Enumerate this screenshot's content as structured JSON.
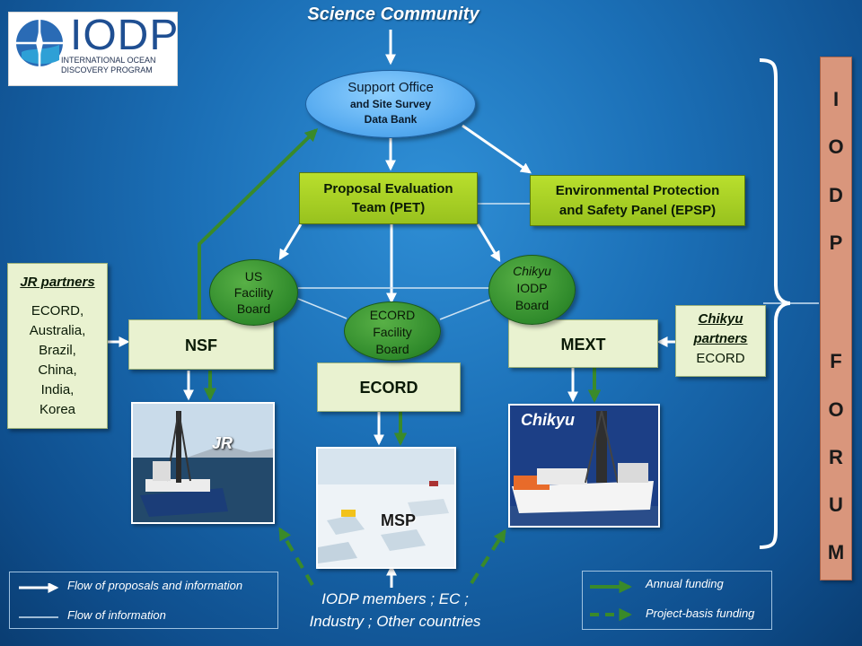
{
  "logo": {
    "name": "IODP",
    "line1": "INTERNATIONAL OCEAN",
    "line2": "DISCOVERY PROGRAM"
  },
  "top_label": "Science Community",
  "support_office": {
    "line1": "Support Office",
    "line2": "and Site Survey",
    "line3": "Data Bank"
  },
  "pet": {
    "line1": "Proposal Evaluation",
    "line2": "Team (PET)"
  },
  "epsp": {
    "line1": "Environmental Protection",
    "line2": "and Safety Panel (EPSP)"
  },
  "jr_partners": {
    "title": "JR partners",
    "members": [
      "ECORD,",
      "Australia,",
      "Brazil,",
      "China,",
      "India,",
      "Korea"
    ]
  },
  "chikyu_partners": {
    "title_line1": "Chikyu",
    "title_line2": "partners",
    "members": "ECORD"
  },
  "nsf": "NSF",
  "ecord": "ECORD",
  "mext": "MEXT",
  "us_board": {
    "line1": "US",
    "line2": "Facility",
    "line3": "Board"
  },
  "ecord_board": {
    "line1": "ECORD",
    "line2": "Facility",
    "line3": "Board"
  },
  "chikyu_board": {
    "line1": "Chikyu",
    "line2": "IODP",
    "line3": "Board"
  },
  "photos": {
    "jr": "JR",
    "msp": "MSP",
    "chikyu": "Chikyu"
  },
  "forum_letters": [
    "I",
    "O",
    "D",
    "P",
    "F",
    "O",
    "R",
    "U",
    "M"
  ],
  "bottom_label": {
    "line1": "IODP members ; EC ;",
    "line2": "Industry ; Other countries"
  },
  "legend_left": {
    "item1": "Flow of proposals and information",
    "item2": "Flow of information"
  },
  "legend_right": {
    "item1": "Annual funding",
    "item2": "Project-basis funding"
  },
  "colors": {
    "arrow_white": "#ffffff",
    "arrow_green": "#3a8a2a",
    "forum_fill": "#d9967c"
  }
}
